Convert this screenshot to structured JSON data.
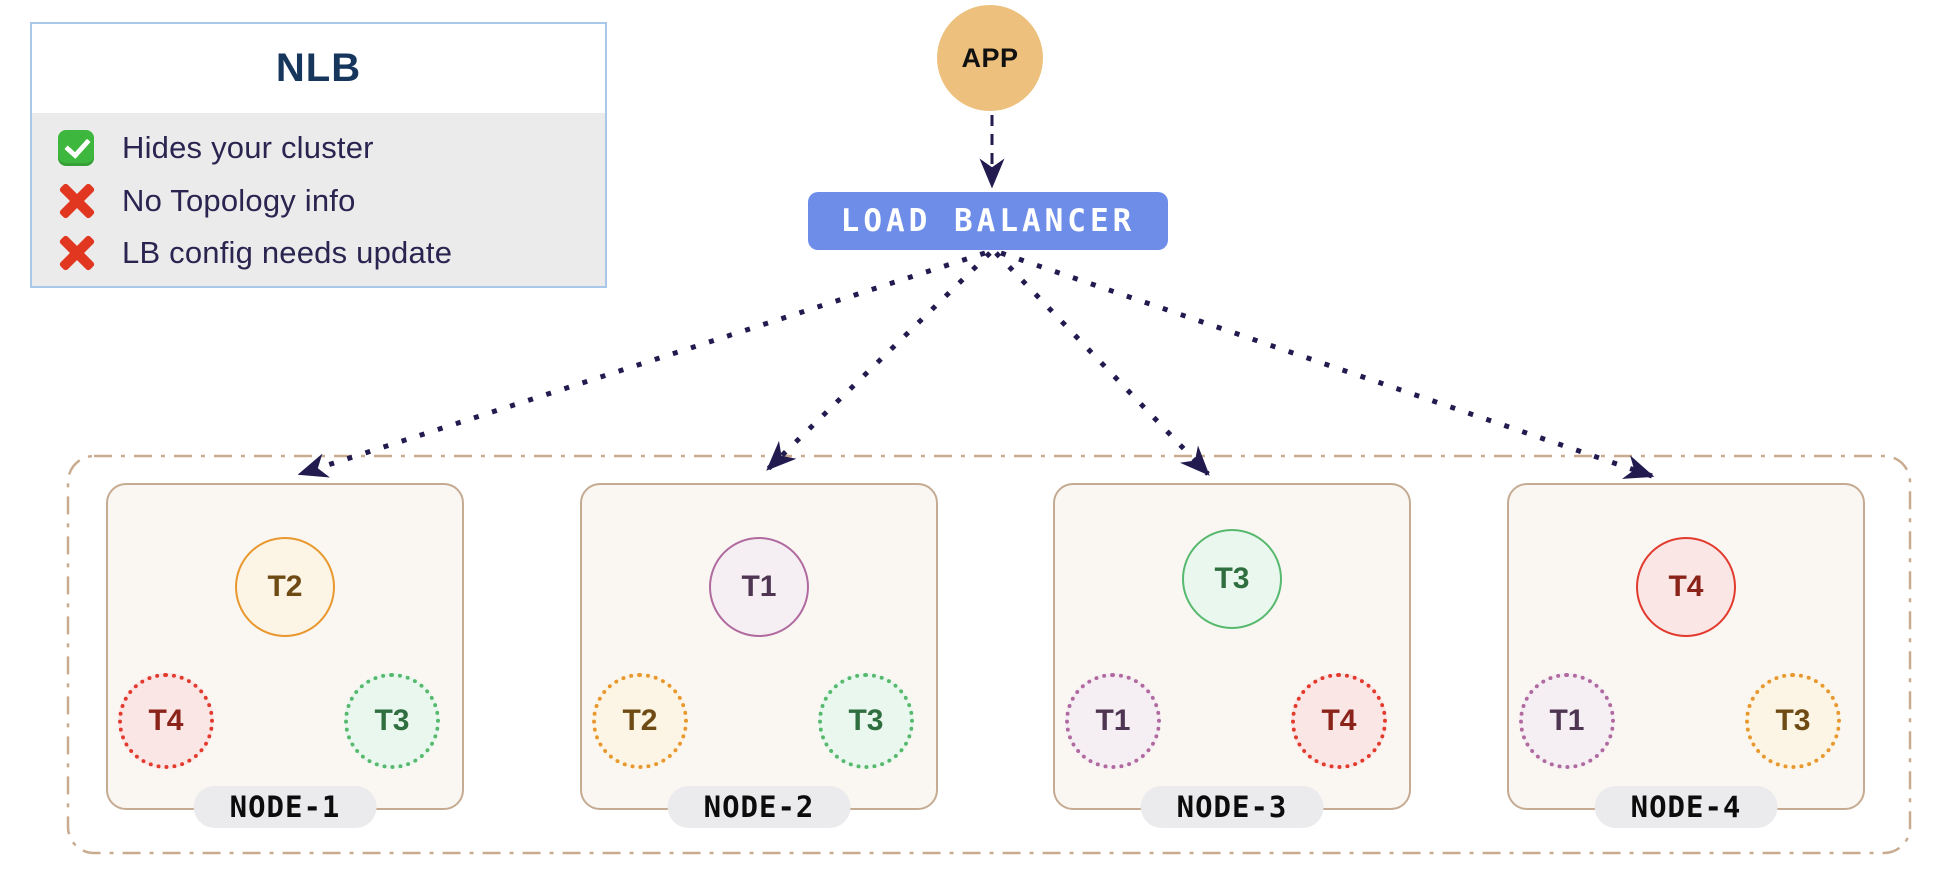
{
  "legend": {
    "title": "NLB",
    "items": [
      {
        "icon": "check-icon",
        "text": "Hides your cluster"
      },
      {
        "icon": "cross-icon",
        "text": "No Topology info"
      },
      {
        "icon": "cross-icon",
        "text": "LB config needs update"
      }
    ]
  },
  "app": {
    "label": "APP"
  },
  "load_balancer": {
    "label": "LOAD BALANCER"
  },
  "cluster": {
    "nodes": [
      {
        "name": "NODE-1",
        "leader": {
          "label": "T2",
          "theme": "orange"
        },
        "followers": [
          {
            "label": "T4",
            "theme": "red"
          },
          {
            "label": "T3",
            "theme": "green"
          }
        ]
      },
      {
        "name": "NODE-2",
        "leader": {
          "label": "T1",
          "theme": "purple"
        },
        "followers": [
          {
            "label": "T2",
            "theme": "orange"
          },
          {
            "label": "T3",
            "theme": "green"
          }
        ]
      },
      {
        "name": "NODE-3",
        "leader": {
          "label": "T3",
          "theme": "green"
        },
        "followers": [
          {
            "label": "T1",
            "theme": "purple"
          },
          {
            "label": "T4",
            "theme": "red"
          }
        ]
      },
      {
        "name": "NODE-4",
        "leader": {
          "label": "T4",
          "theme": "red"
        },
        "followers": [
          {
            "label": "T1",
            "theme": "purple"
          },
          {
            "label": "T3",
            "theme": "orange"
          }
        ]
      }
    ]
  },
  "colors": {
    "app_circle": "#EDC17D",
    "load_balancer": "#6D8DE9",
    "arrow": "#211B4F",
    "legend_border": "#A9C7E8",
    "legend_items_bg": "#EBEBEB",
    "legend_title_text": "#16365C",
    "legend_item_text": "#2A2550",
    "check_green": "#3DB73D",
    "cross_red": "#E1361F",
    "node_fill": "#FAF6F2",
    "node_border": "#C5AB92",
    "boundary": "#C9AB90",
    "pill_bg": "#EBEBED",
    "theme_orange": "#E8982E",
    "theme_purple": "#B06A9F",
    "theme_green": "#57B96E",
    "theme_red": "#E23B2E"
  }
}
